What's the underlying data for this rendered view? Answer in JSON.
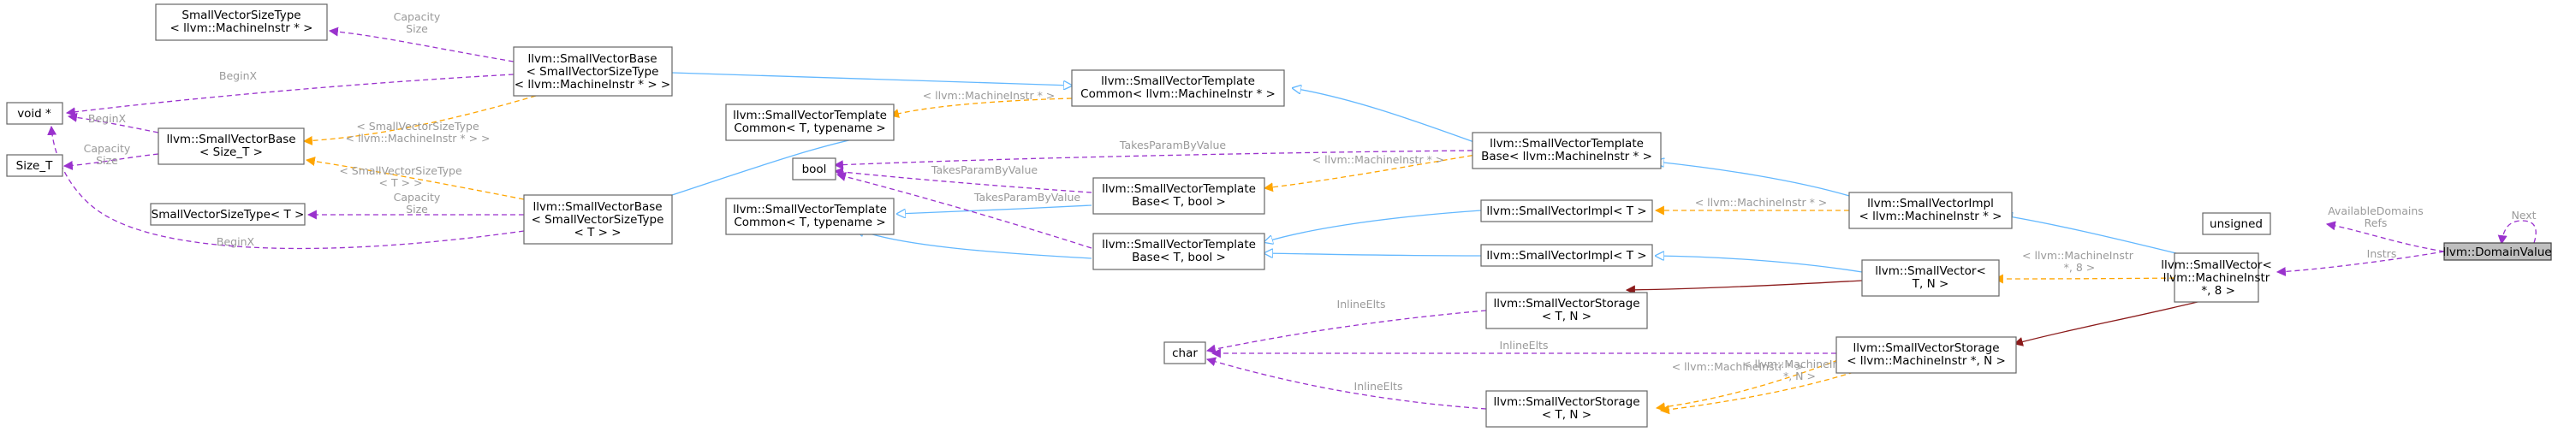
{
  "nodes": [
    {
      "id": "domainvalue",
      "lines": [
        "llvm::DomainValue"
      ],
      "highlight": true
    },
    {
      "id": "unsigned",
      "lines": [
        "unsigned"
      ]
    },
    {
      "id": "smallvector_mi8",
      "lines": [
        "llvm::SmallVector<",
        "llvm::MachineInstr",
        " *, 8 >"
      ]
    },
    {
      "id": "smallvector_tn",
      "lines": [
        "llvm::SmallVector<",
        "T, N >"
      ]
    },
    {
      "id": "impl_mi",
      "lines": [
        "llvm::SmallVectorImpl",
        "< llvm::MachineInstr * >"
      ]
    },
    {
      "id": "impl_t1",
      "lines": [
        "llvm::SmallVectorImpl< T >"
      ]
    },
    {
      "id": "impl_t2",
      "lines": [
        "llvm::SmallVectorImpl< T >"
      ]
    },
    {
      "id": "storage_mi",
      "lines": [
        "llvm::SmallVectorStorage",
        "< llvm::MachineInstr *, N >"
      ]
    },
    {
      "id": "storage_tn1",
      "lines": [
        "llvm::SmallVectorStorage",
        "< T, N >"
      ]
    },
    {
      "id": "storage_tn2",
      "lines": [
        "llvm::SmallVectorStorage",
        "< T, N >"
      ]
    },
    {
      "id": "tmplbase_mi",
      "lines": [
        "llvm::SmallVectorTemplate",
        "Base< llvm::MachineInstr * >"
      ]
    },
    {
      "id": "tmplbase_tbool1",
      "lines": [
        "llvm::SmallVectorTemplate",
        "Base< T, bool >"
      ]
    },
    {
      "id": "tmplbase_tbool2",
      "lines": [
        "llvm::SmallVectorTemplate",
        "Base< T, bool >"
      ]
    },
    {
      "id": "tmplcommon_mi",
      "lines": [
        "llvm::SmallVectorTemplate",
        "Common< llvm::MachineInstr * >"
      ]
    },
    {
      "id": "tmplcommon_t1",
      "lines": [
        "llvm::SmallVectorTemplate",
        "Common< T, typename >"
      ]
    },
    {
      "id": "tmplcommon_t2",
      "lines": [
        "llvm::SmallVectorTemplate",
        "Common< T, typename >"
      ]
    },
    {
      "id": "bool",
      "lines": [
        "bool"
      ]
    },
    {
      "id": "char",
      "lines": [
        "char"
      ]
    },
    {
      "id": "base_svst_mi",
      "lines": [
        "llvm::SmallVectorBase",
        "< SmallVectorSizeType",
        "< llvm::MachineInstr * > >"
      ]
    },
    {
      "id": "base_svst_t",
      "lines": [
        "llvm::SmallVectorBase",
        "< SmallVectorSizeType",
        "< T > >"
      ]
    },
    {
      "id": "base_size_t",
      "lines": [
        "llvm::SmallVectorBase",
        "< Size_T >"
      ]
    },
    {
      "id": "svst_mi",
      "lines": [
        "SmallVectorSizeType",
        "< llvm::MachineInstr * >"
      ]
    },
    {
      "id": "svst_t",
      "lines": [
        "SmallVectorSizeType< T >"
      ]
    },
    {
      "id": "void",
      "lines": [
        "void *"
      ]
    },
    {
      "id": "size_t",
      "lines": [
        "Size_T"
      ]
    }
  ],
  "edges": [
    {
      "id": "e1",
      "kind": "purple",
      "label": [
        "Next"
      ]
    },
    {
      "id": "e2",
      "kind": "purple",
      "label": [
        "AvailableDomains",
        "Refs"
      ]
    },
    {
      "id": "e3",
      "kind": "purple",
      "label": [
        "Instrs"
      ]
    },
    {
      "id": "e4",
      "kind": "blue",
      "label": []
    },
    {
      "id": "e5",
      "kind": "orange",
      "label": [
        "< llvm::MachineInstr",
        " *, 8 >"
      ]
    },
    {
      "id": "e6",
      "kind": "red",
      "label": []
    },
    {
      "id": "e7",
      "kind": "blue",
      "label": []
    },
    {
      "id": "e8",
      "kind": "orange",
      "label": [
        "< llvm::MachineInstr * >"
      ]
    },
    {
      "id": "e9",
      "kind": "blue",
      "label": []
    },
    {
      "id": "e10",
      "kind": "orange",
      "label": [
        "< llvm::MachineInstr * >"
      ]
    },
    {
      "id": "e11",
      "kind": "red",
      "label": []
    },
    {
      "id": "e12",
      "kind": "purple",
      "label": [
        "InlineElts"
      ]
    },
    {
      "id": "e13",
      "kind": "orange",
      "label": [
        "< llvm::MachineInstr",
        " *, N >"
      ]
    },
    {
      "id": "e14",
      "kind": "purple",
      "label": [
        "InlineElts"
      ]
    },
    {
      "id": "e15",
      "kind": "purple",
      "label": [
        "InlineElts"
      ]
    },
    {
      "id": "e16",
      "kind": "blue",
      "label": []
    },
    {
      "id": "e17",
      "kind": "blue",
      "label": []
    },
    {
      "id": "e18",
      "kind": "blue",
      "label": []
    },
    {
      "id": "e19",
      "kind": "orange",
      "label": [
        "< llvm::MachineInstr * >"
      ]
    },
    {
      "id": "e20",
      "kind": "purple",
      "label": [
        "TakesParamByValue"
      ]
    },
    {
      "id": "e21",
      "kind": "blue",
      "label": []
    },
    {
      "id": "e22",
      "kind": "purple",
      "label": [
        "TakesParamByValue"
      ]
    },
    {
      "id": "e23",
      "kind": "blue",
      "label": []
    },
    {
      "id": "e24",
      "kind": "purple",
      "label": [
        "TakesParamByValue"
      ]
    },
    {
      "id": "e25",
      "kind": "blue",
      "label": []
    },
    {
      "id": "e26",
      "kind": "orange",
      "label": [
        "< llvm::MachineInstr * >"
      ]
    },
    {
      "id": "e27",
      "kind": "blue",
      "label": []
    },
    {
      "id": "e28",
      "kind": "blue",
      "label": []
    },
    {
      "id": "e29",
      "kind": "purple",
      "label": [
        "Capacity",
        "Size"
      ]
    },
    {
      "id": "e30",
      "kind": "purple",
      "label": [
        "BeginX"
      ]
    },
    {
      "id": "e31",
      "kind": "orange",
      "label": [
        "< SmallVectorSizeType",
        "< llvm::MachineInstr * > >"
      ]
    },
    {
      "id": "e32",
      "kind": "purple",
      "label": [
        "Capacity",
        "Size"
      ]
    },
    {
      "id": "e33",
      "kind": "purple",
      "label": [
        "BeginX"
      ]
    },
    {
      "id": "e34",
      "kind": "orange",
      "label": [
        "< SmallVectorSizeType",
        "< T > >"
      ]
    },
    {
      "id": "e35",
      "kind": "purple",
      "label": [
        "BeginX"
      ]
    },
    {
      "id": "e36",
      "kind": "purple",
      "label": [
        "Capacity",
        "Size"
      ]
    }
  ]
}
